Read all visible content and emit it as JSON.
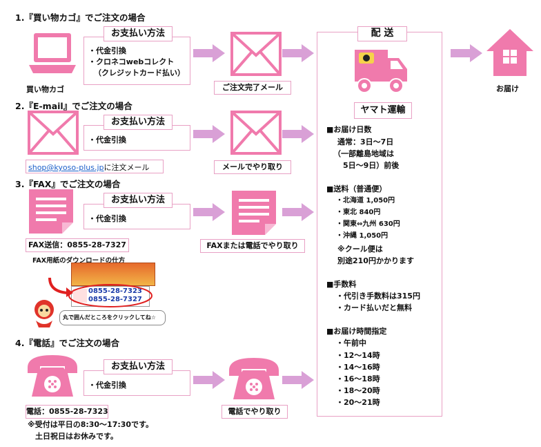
{
  "section1": {
    "heading": "1.『買い物カゴ』でご注文の場合",
    "icon_label": "買い物カゴ",
    "payment_title": "お支払い方法",
    "payment_items": [
      "・代金引換",
      "・クロネコwebコレクト",
      "（クレジットカード払い）"
    ],
    "result_label": "ご注文完了メール"
  },
  "section2": {
    "heading": "2.『E-mail』でご注文の場合",
    "email_link": "shop@kyoso-plus.jp",
    "email_suffix": "に注文メール",
    "payment_title": "お支払い方法",
    "payment_items": [
      "・代金引換"
    ],
    "result_label": "メールでやり取り"
  },
  "section3": {
    "heading": "3.『FAX』でご注文の場合",
    "icon_label": "FAX送信：0855-28-7327",
    "download_label": "FAX用紙のダウンロードの仕方",
    "banner_fax": "0855-28-7323",
    "banner_fax2": "0855-28-7327",
    "bubble_text": "丸で囲んだところをクリックしてね☆",
    "payment_title": "お支払い方法",
    "payment_items": [
      "・代金引換"
    ],
    "result_label": "FAXまたは電話でやり取り"
  },
  "section4": {
    "heading": "4.『電話』でご注文の場合",
    "icon_label": "電話：0855-28-7323",
    "notes": [
      "※受付は平日の8:30～17:30です。",
      "土日祝日はお休みです。"
    ],
    "payment_title": "お支払い方法",
    "payment_items": [
      "・代金引換"
    ],
    "result_label": "電話でやり取り"
  },
  "delivery": {
    "title": "配 送",
    "carrier": "ヤマト運輸",
    "days_heading": "■お届け日数",
    "days_lines": [
      "通常：3日～7日",
      "（一部離島地域は",
      "5日～9日）前後"
    ],
    "fee_heading": "■送料（普通便）",
    "fee_lines": [
      "・北海道 1,050円",
      "・東北 840円",
      "・関東⇔九州 630円",
      "・沖縄 1,050円"
    ],
    "cool_lines": [
      "※クール便は",
      "別途210円かかります"
    ],
    "commission_heading": "■手数料",
    "commission_lines": [
      "・代引き手数料は315円",
      "・カード払いだと無料"
    ],
    "time_heading": "■お届け時間指定",
    "time_lines": [
      "・午前中",
      "・12～14時",
      "・14～16時",
      "・16～18時",
      "・18～20時",
      "・20～21時"
    ]
  },
  "arrival_label": "お届け",
  "colors": {
    "pink": "#f07aac",
    "pink_light": "#e8a0c4",
    "arrow": "#d9a0d6",
    "link": "#1a5fc9"
  }
}
